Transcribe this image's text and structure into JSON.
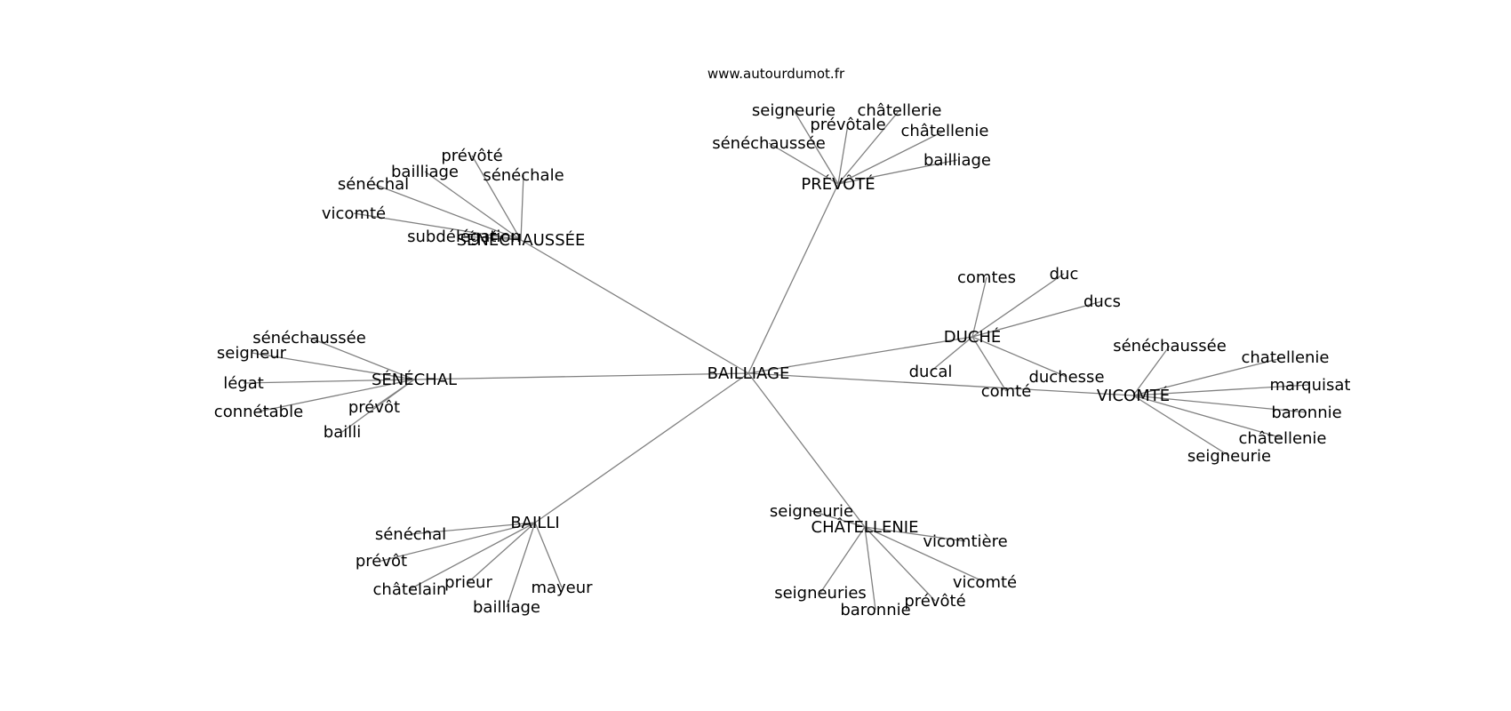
{
  "site": "www.autourdumot.fr",
  "graph": {
    "root": "BAILLIAGE",
    "hubs": [
      {
        "label": "PRÉVÔTÉ",
        "leaves": [
          "seigneurie",
          "châtellerie",
          "prévôtale",
          "châtellenie",
          "sénéchaussée",
          "bailliage"
        ]
      },
      {
        "label": "SÉNÉCHAUSSÉE",
        "leaves": [
          "prévôté",
          "bailliage",
          "sénéchale",
          "sénéchal",
          "vicomté",
          "subdélégation"
        ]
      },
      {
        "label": "DUCHÉ",
        "leaves": [
          "comtes",
          "duc",
          "ducs",
          "ducal",
          "duchesse",
          "comté"
        ]
      },
      {
        "label": "SÉNÉCHAL",
        "leaves": [
          "sénéchaussée",
          "seigneur",
          "légat",
          "connétable",
          "prévôt",
          "bailli"
        ]
      },
      {
        "label": "VICOMTÉ",
        "leaves": [
          "sénéchaussée",
          "chatellenie",
          "marquisat",
          "baronnie",
          "châtellenie",
          "seigneurie"
        ]
      },
      {
        "label": "BAILLI",
        "leaves": [
          "sénéchal",
          "prévôt",
          "châtelain",
          "prieur",
          "mayeur",
          "bailliage"
        ]
      },
      {
        "label": "CHÂTELLENIE",
        "leaves": [
          "seigneurie",
          "vicomtière",
          "vicomté",
          "seigneuries",
          "prévôté",
          "baronnie"
        ]
      }
    ]
  }
}
